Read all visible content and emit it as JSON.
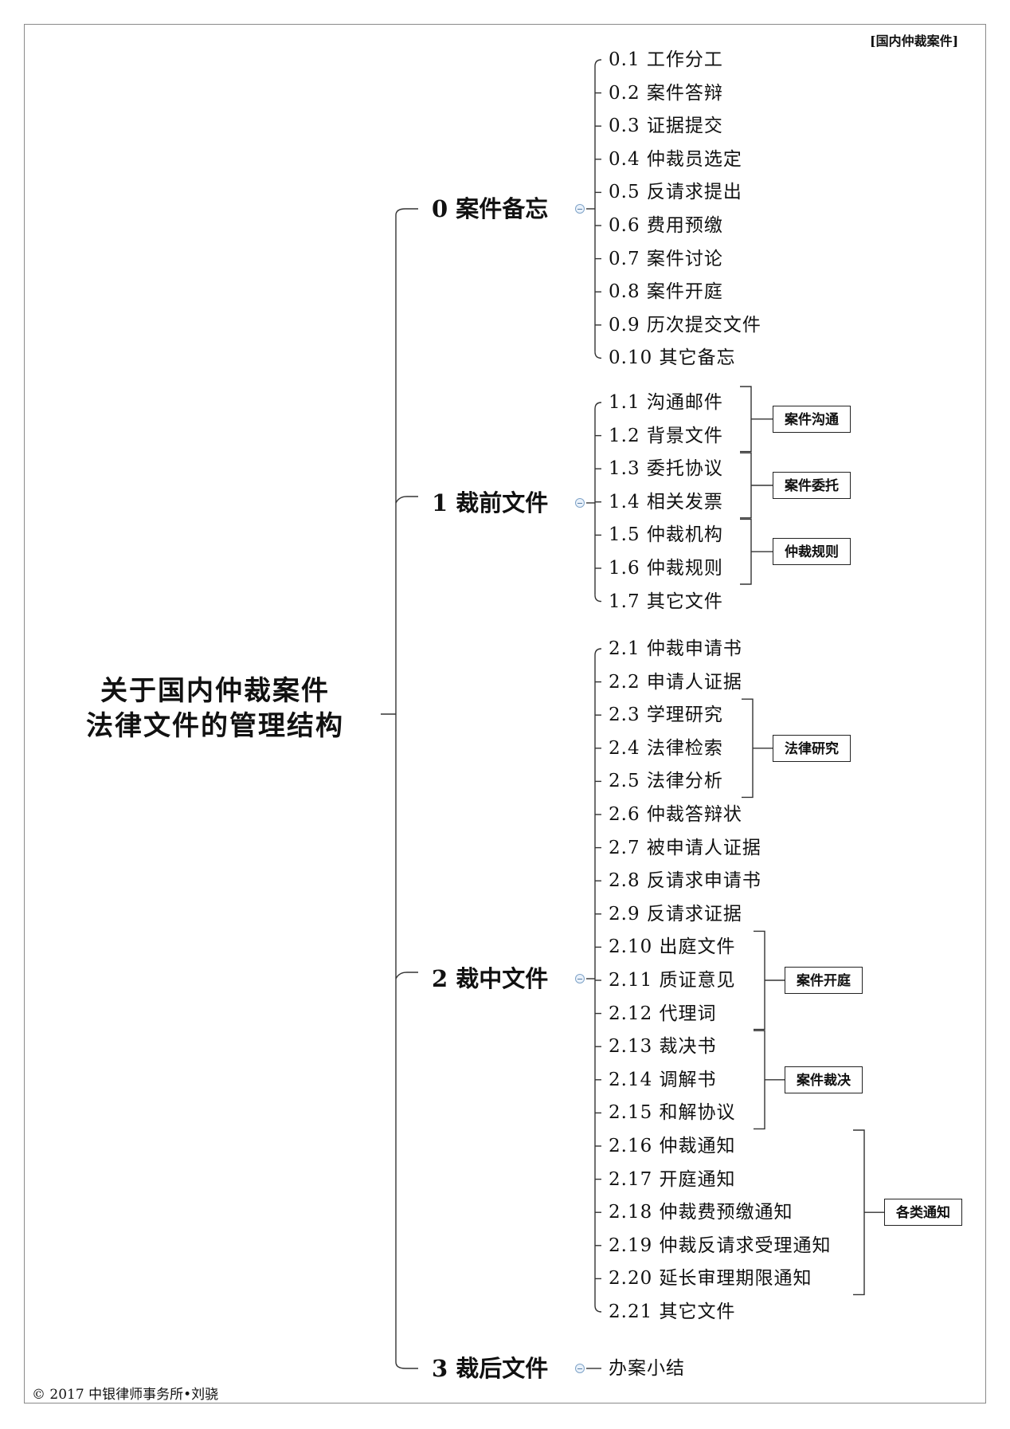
{
  "tag": "[国内仲裁案件]",
  "title_lines": [
    "关于国内仲裁案件",
    "法律文件的管理结构"
  ],
  "copyright": "© 2017 中银律师事务所•刘骁",
  "branches": [
    {
      "label": "0 案件备忘",
      "items": [
        "0.1 工作分工",
        "0.2 案件答辩",
        "0.3 证据提交",
        "0.4 仲裁员选定",
        "0.5 反请求提出",
        "0.6 费用预缴",
        "0.7 案件讨论",
        "0.8 案件开庭",
        "0.9 历次提交文件",
        "0.10 其它备忘"
      ],
      "groups": []
    },
    {
      "label": "1 裁前文件",
      "items": [
        "1.1 沟通邮件",
        "1.2 背景文件",
        "1.3 委托协议",
        "1.4 相关发票",
        "1.5 仲裁机构",
        "1.6 仲裁规则",
        "1.7 其它文件"
      ],
      "groups": [
        {
          "label": "案件沟通",
          "from": 0,
          "to": 1
        },
        {
          "label": "案件委托",
          "from": 2,
          "to": 3
        },
        {
          "label": "仲裁规则",
          "from": 4,
          "to": 5
        }
      ]
    },
    {
      "label": "2 裁中文件",
      "items": [
        "2.1 仲裁申请书",
        "2.2 申请人证据",
        "2.3 学理研究",
        "2.4 法律检索",
        "2.5 法律分析",
        "2.6 仲裁答辩状",
        "2.7 被申请人证据",
        "2.8  反请求申请书",
        "2.9 反请求证据",
        "2.10 出庭文件",
        "2.11 质证意见",
        "2.12 代理词",
        "2.13 裁决书",
        "2.14 调解书",
        "2.15 和解协议",
        "2.16 仲裁通知",
        "2.17 开庭通知",
        "2.18 仲裁费预缴通知",
        "2.19 仲裁反请求受理通知",
        "2.20 延长审理期限通知",
        "2.21 其它文件"
      ],
      "groups": [
        {
          "label": "法律研究",
          "from": 2,
          "to": 4
        },
        {
          "label": "案件开庭",
          "from": 9,
          "to": 11
        },
        {
          "label": "案件裁决",
          "from": 12,
          "to": 14
        },
        {
          "label": "各类通知",
          "from": 15,
          "to": 19
        }
      ]
    },
    {
      "label": "3 裁后文件",
      "items": [
        "办案小结"
      ],
      "groups": []
    }
  ]
}
